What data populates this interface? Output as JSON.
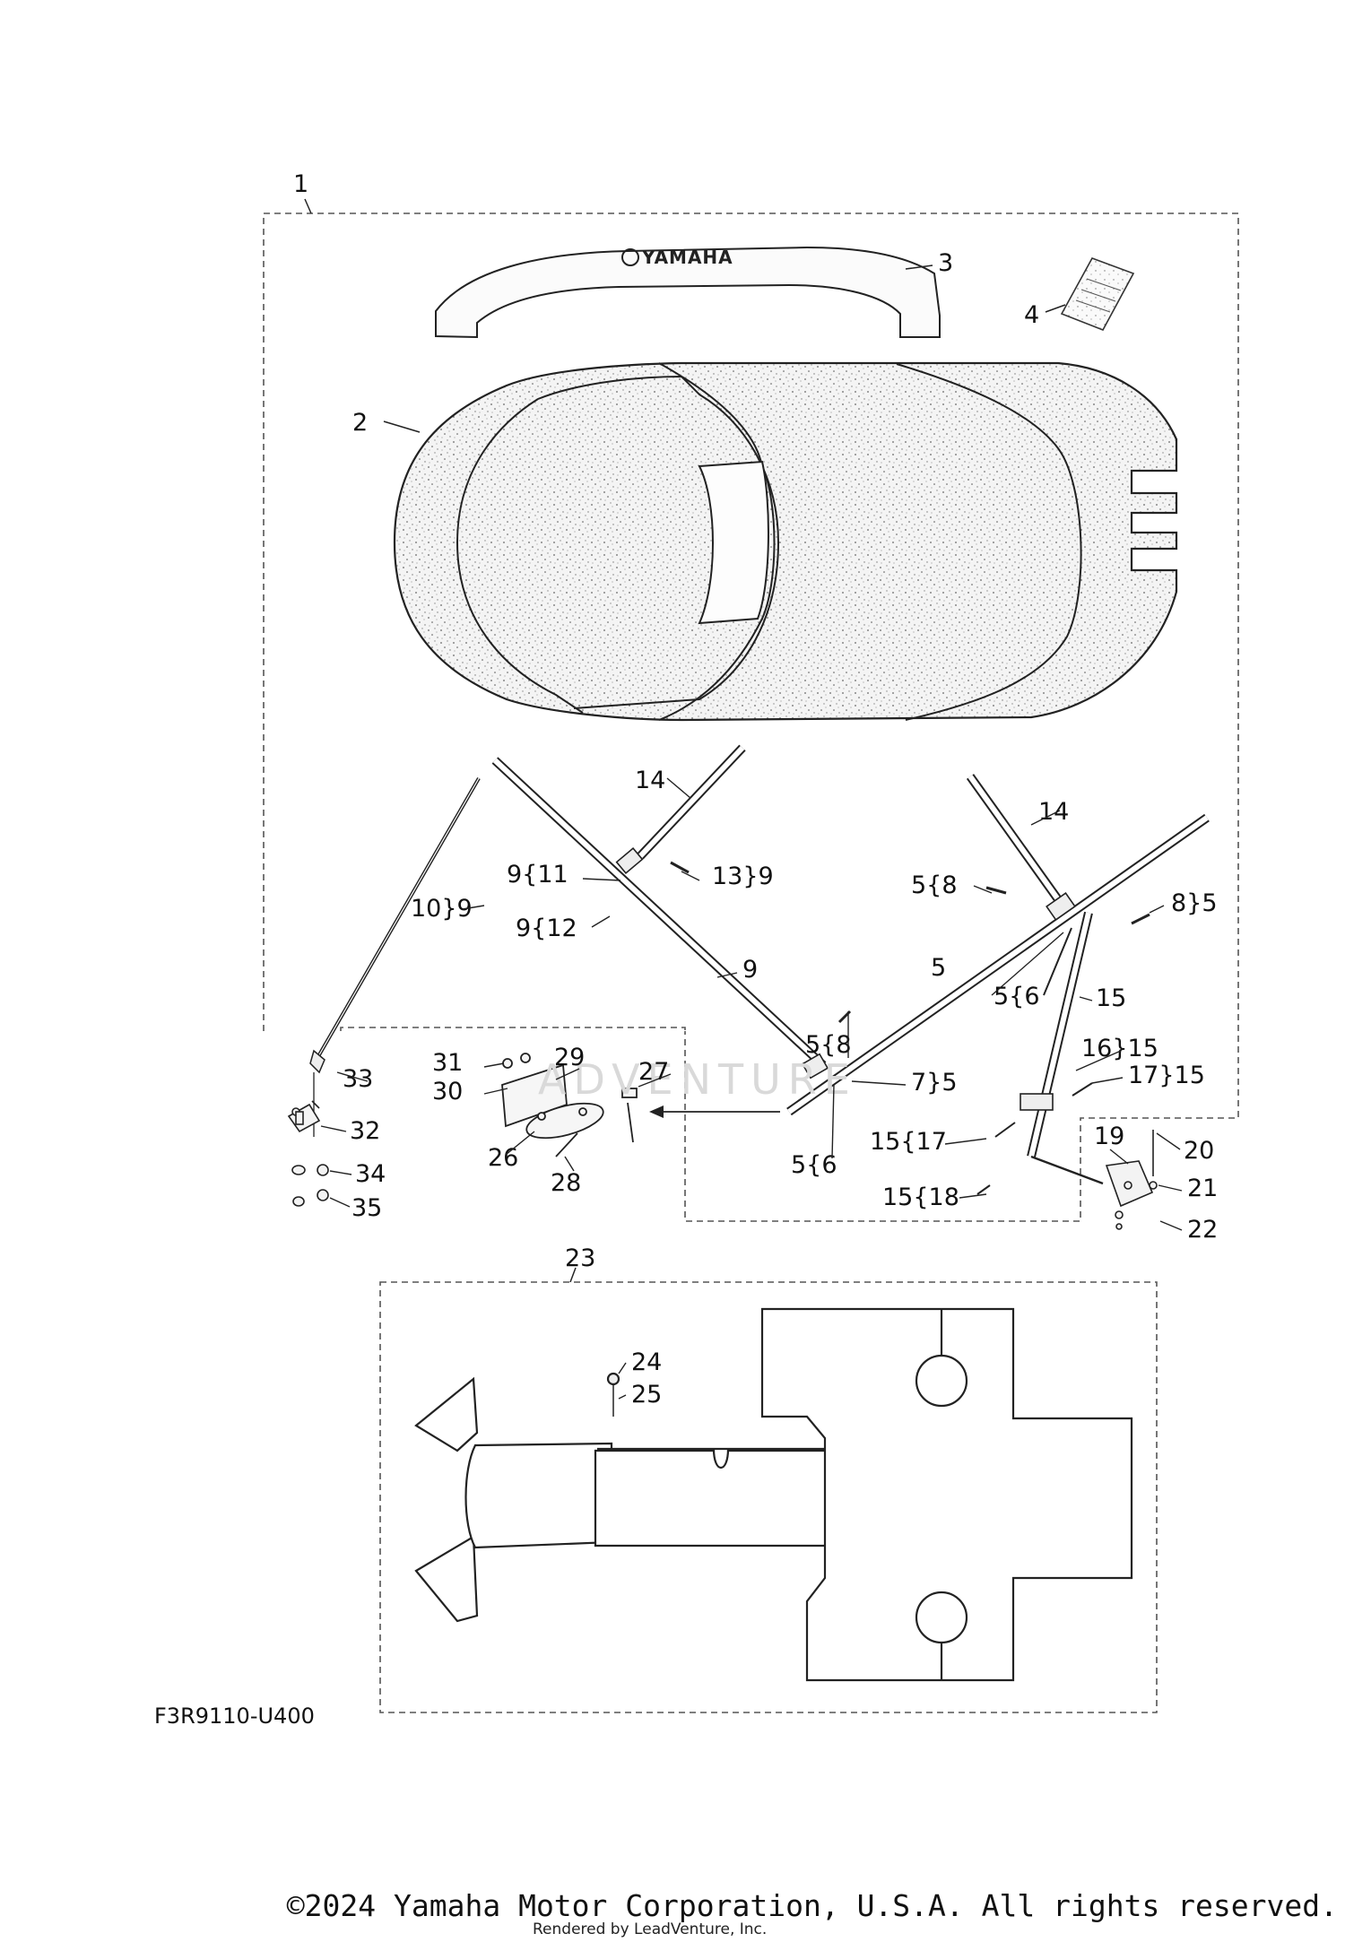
{
  "diagram": {
    "part_code": "F3R9110-U400",
    "logo_text": "YAMAHA",
    "watermark": "ADVENTURE",
    "callouts": [
      {
        "id": "c1",
        "text": "1"
      },
      {
        "id": "c2",
        "text": "2"
      },
      {
        "id": "c3",
        "text": "3"
      },
      {
        "id": "c4",
        "text": "4"
      },
      {
        "id": "c14a",
        "text": "14"
      },
      {
        "id": "c14b",
        "text": "14"
      },
      {
        "id": "c9_11",
        "text": "9{11"
      },
      {
        "id": "c13_9",
        "text": "13}9"
      },
      {
        "id": "c10_9",
        "text": "10}9"
      },
      {
        "id": "c9_12",
        "text": "9{12"
      },
      {
        "id": "c9",
        "text": "9"
      },
      {
        "id": "c5_8a",
        "text": "5{8"
      },
      {
        "id": "c8_5",
        "text": "8}5"
      },
      {
        "id": "c5a",
        "text": "5"
      },
      {
        "id": "c5_6a",
        "text": "5{6"
      },
      {
        "id": "c15",
        "text": "15"
      },
      {
        "id": "c5_8b",
        "text": "5{8"
      },
      {
        "id": "c16_15",
        "text": "16}15"
      },
      {
        "id": "c17_15",
        "text": "17}15"
      },
      {
        "id": "c31",
        "text": "31"
      },
      {
        "id": "c29",
        "text": "29"
      },
      {
        "id": "c27",
        "text": "27"
      },
      {
        "id": "c30",
        "text": "30"
      },
      {
        "id": "c7_5",
        "text": "7}5"
      },
      {
        "id": "c33",
        "text": "33"
      },
      {
        "id": "c32",
        "text": "32"
      },
      {
        "id": "c34",
        "text": "34"
      },
      {
        "id": "c35",
        "text": "35"
      },
      {
        "id": "c26",
        "text": "26"
      },
      {
        "id": "c28",
        "text": "28"
      },
      {
        "id": "c5_6b",
        "text": "5{6"
      },
      {
        "id": "c15_17",
        "text": "15{17"
      },
      {
        "id": "c15_18",
        "text": "15{18"
      },
      {
        "id": "c19",
        "text": "19"
      },
      {
        "id": "c20",
        "text": "20"
      },
      {
        "id": "c21",
        "text": "21"
      },
      {
        "id": "c22",
        "text": "22"
      },
      {
        "id": "c23",
        "text": "23"
      },
      {
        "id": "c24",
        "text": "24"
      },
      {
        "id": "c25",
        "text": "25"
      }
    ]
  },
  "footer": {
    "copyright": "©2024 Yamaha Motor Corporation, U.S.A. All rights reserved.",
    "rendered_by": "Rendered by LeadVenture, Inc."
  }
}
